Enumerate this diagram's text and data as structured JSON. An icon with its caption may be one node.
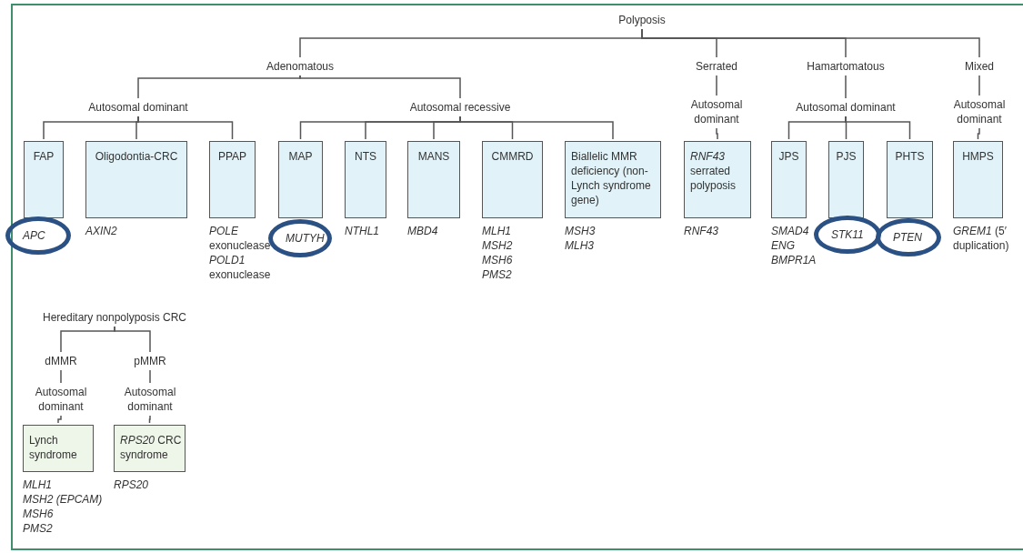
{
  "diagram": {
    "nodes": [
      {
        "text": [
          "Polyposis"
        ]
      },
      {
        "text": [
          "Adenomatous"
        ]
      },
      {
        "text": [
          "Serrated"
        ]
      },
      {
        "text": [
          "Hamartomatous"
        ]
      },
      {
        "text": [
          "Mixed"
        ]
      },
      {
        "text": [
          "Autosomal dominant"
        ]
      },
      {
        "text": [
          "Autosomal recessive"
        ]
      },
      {
        "text": [
          "Autosomal dominant"
        ]
      },
      {
        "text": [
          "Autosomal dominant"
        ]
      },
      {
        "text": [
          "Autosomal dominant"
        ]
      },
      {
        "text": [
          "FAP"
        ]
      },
      {
        "text": [
          "Oligodontia-CRC"
        ],
        "beside": [
          "AXIN2"
        ]
      },
      {
        "text": [
          "PPAP"
        ],
        "beside": [
          "*POLE* exonuclease",
          "*POLD1* exonuclease"
        ]
      },
      {
        "text": [
          "MAP"
        ]
      },
      {
        "text": [
          "NTS"
        ],
        "beside": [
          "NTHL1"
        ]
      },
      {
        "text": [
          "MANS"
        ],
        "beside": [
          "MBD4"
        ]
      },
      {
        "text": [
          "CMMRD"
        ],
        "beside": [
          "MLH1",
          "MSH2",
          "MSH6",
          "PMS2"
        ]
      },
      {
        "text": [
          "Biallelic MMR deficiency (non-Lynch syndrome gene)"
        ],
        "beside": [
          "MSH3",
          "MLH3"
        ]
      },
      {
        "text": [
          "*RNF43* serrated polyposis"
        ],
        "beside": [
          "RNF43"
        ]
      },
      {
        "text": [
          "JPS"
        ],
        "beside": [
          "SMAD4",
          "ENG",
          "BMPR1A"
        ]
      },
      {
        "text": [
          "PJS"
        ]
      },
      {
        "text": [
          "PHTS"
        ]
      },
      {
        "text": [
          "HMPS"
        ],
        "beside": [
          "*GREM1* (5′ duplication)"
        ]
      },
      {
        "text": [
          "APC"
        ]
      },
      {
        "text": [
          "MUTYH"
        ]
      },
      {
        "text": [
          "STK11"
        ]
      },
      {
        "text": [
          "PTEN"
        ]
      },
      {
        "text": [
          "Hereditary nonpolyposis CRC"
        ]
      },
      {
        "text": [
          "dMMR"
        ]
      },
      {
        "text": [
          "pMMR"
        ]
      },
      {
        "text": [
          "Autosomal dominant"
        ]
      },
      {
        "text": [
          "Autosomal dominant"
        ]
      },
      {
        "text": [
          "Lynch syndrome"
        ],
        "beside": [
          "MLH1",
          "MSH2 (EPCAM)",
          "MSH6",
          "PMS2"
        ]
      },
      {
        "text": [
          "*RPS20* CRC syndrome"
        ],
        "beside": [
          "RPS20"
        ]
      }
    ],
    "edges": [
      {
        "from": 0,
        "to": 1,
        "arrow": "none"
      },
      {
        "from": 0,
        "to": 2,
        "arrow": "none"
      },
      {
        "from": 0,
        "to": 3,
        "arrow": "none"
      },
      {
        "from": 0,
        "to": 4,
        "arrow": "none"
      },
      {
        "from": 1,
        "to": 5,
        "arrow": "none"
      },
      {
        "from": 1,
        "to": 6,
        "arrow": "none"
      },
      {
        "from": 2,
        "to": 7,
        "arrow": "none"
      },
      {
        "from": 3,
        "to": 8,
        "arrow": "none"
      },
      {
        "from": 4,
        "to": 9,
        "arrow": "none"
      },
      {
        "from": 5,
        "to": 10,
        "arrow": "none"
      },
      {
        "from": 5,
        "to": 11,
        "arrow": "none"
      },
      {
        "from": 5,
        "to": 12,
        "arrow": "none"
      },
      {
        "from": 6,
        "to": 13,
        "arrow": "none"
      },
      {
        "from": 6,
        "to": 14,
        "arrow": "none"
      },
      {
        "from": 6,
        "to": 15,
        "arrow": "none"
      },
      {
        "from": 6,
        "to": 16,
        "arrow": "none"
      },
      {
        "from": 6,
        "to": 17,
        "arrow": "none"
      },
      {
        "from": 7,
        "to": 18,
        "arrow": "none"
      },
      {
        "from": 8,
        "to": 19,
        "arrow": "none"
      },
      {
        "from": 8,
        "to": 20,
        "arrow": "none"
      },
      {
        "from": 8,
        "to": 21,
        "arrow": "none"
      },
      {
        "from": 9,
        "to": 22,
        "arrow": "none"
      },
      {
        "from": 27,
        "to": 28,
        "arrow": "none"
      },
      {
        "from": 27,
        "to": 29,
        "arrow": "none"
      },
      {
        "from": 28,
        "to": 30,
        "arrow": "none"
      },
      {
        "from": 29,
        "to": 31,
        "arrow": "none"
      },
      {
        "from": 30,
        "to": 32,
        "arrow": "none"
      },
      {
        "from": 31,
        "to": 33,
        "arrow": "none"
      }
    ]
  }
}
